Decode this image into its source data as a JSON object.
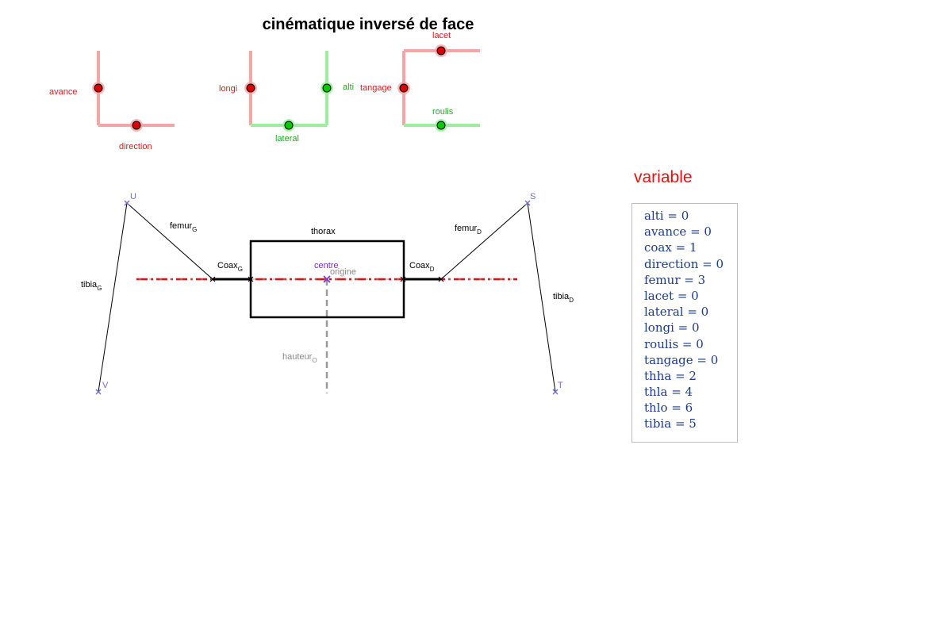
{
  "title": "cinématique inversé de face",
  "sliders": {
    "avance": "avance",
    "direction": "direction",
    "longi": "longi",
    "lateral": "lateral",
    "alti": "alti",
    "tangage": "tangage",
    "lacet": "lacet",
    "roulis": "roulis"
  },
  "diagram": {
    "thorax": "thorax",
    "centre": "centre",
    "origine": "origine",
    "hauteur": {
      "base": "hauteur",
      "sub": "O"
    },
    "femur_g": {
      "base": "femur",
      "sub": "G"
    },
    "femur_d": {
      "base": "femur",
      "sub": "D"
    },
    "coax_g": {
      "base": "Coax",
      "sub": "G"
    },
    "coax_d": {
      "base": "Coax",
      "sub": "D"
    },
    "tibia_g": {
      "base": "tibia",
      "sub": "G"
    },
    "tibia_d": {
      "base": "tibia",
      "sub": "D"
    },
    "points": {
      "U": "U",
      "V": "V",
      "S": "S",
      "T": "T"
    }
  },
  "variables_heading": "variable",
  "variables": [
    {
      "name": "alti",
      "value": "0"
    },
    {
      "name": "avance",
      "value": "0"
    },
    {
      "name": "coax",
      "value": "1"
    },
    {
      "name": "direction",
      "value": "0"
    },
    {
      "name": "femur",
      "value": "3"
    },
    {
      "name": "lacet",
      "value": "0"
    },
    {
      "name": "lateral",
      "value": "0"
    },
    {
      "name": "longi",
      "value": "0"
    },
    {
      "name": "roulis",
      "value": "0"
    },
    {
      "name": "tangage",
      "value": "0"
    },
    {
      "name": "thha",
      "value": "2"
    },
    {
      "name": "thla",
      "value": "4"
    },
    {
      "name": "thlo",
      "value": "6"
    },
    {
      "name": "tibia",
      "value": "5"
    }
  ],
  "colors": {
    "slider_red": "#f4a6a6",
    "slider_green": "#9eec9e",
    "knob_red": "#dd0000",
    "knob_green": "#00cc00",
    "axis_red": "#dd1111",
    "point_violet": "#6f6fcf",
    "centre_violet": "#7a2fc4",
    "variable_text": "#1a3c8a",
    "heading_red": "#e81010"
  },
  "icons": {
    "point_marker": "cross-icon",
    "slider_handle": "circle-handle-icon"
  }
}
